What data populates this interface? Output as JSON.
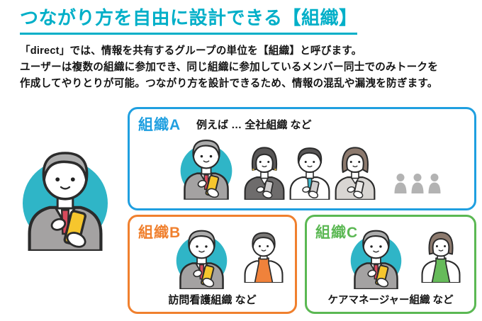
{
  "header": {
    "title": "つながり方を自由に設計できる【組織】"
  },
  "intro": {
    "line1": "「direct」では、情報を共有するグループの単位を【組織】と呼びます。",
    "line2": "ユーザーは複数の組織に参加でき、同じ組織に参加しているメンバー同士でのみトークを",
    "line3": "作成してやりとりが可能。つながり方を設計できるため、情報の混乱や漏洩を防ぎます。"
  },
  "diagram": {
    "org_a": {
      "label": "組織A",
      "subtitle": "例えば … 全社組織 など",
      "accent_color": "#1F9FE0",
      "member_illustrations": [
        "suit-man",
        "dark-bob-woman",
        "teal-tie-man",
        "brown-hair-woman"
      ],
      "extra_members_icon": "three-person-silhouette"
    },
    "org_b": {
      "label": "組織B",
      "caption": "訪問看護組織 など",
      "accent_color": "#F0802E",
      "member_illustrations": [
        "suit-man",
        "orange-apron-person"
      ]
    },
    "org_c": {
      "label": "組織C",
      "caption": "ケアマネージャー組織 など",
      "accent_color": "#5BB853",
      "member_illustrations": [
        "suit-man",
        "green-apron-woman"
      ]
    }
  },
  "colors": {
    "title_teal": "#00AFC8",
    "avatar_circle_teal": "#2FB5C7",
    "org_a_blue": "#1F9FE0",
    "org_b_orange": "#F0802E",
    "org_c_green": "#5BB853",
    "suit_gray": "#A4A2A2",
    "tie_red": "#D84A5C",
    "phone_yellow": "#F6C62D",
    "silhouette_gray": "#B3B3B3",
    "body_text": "#141414"
  }
}
